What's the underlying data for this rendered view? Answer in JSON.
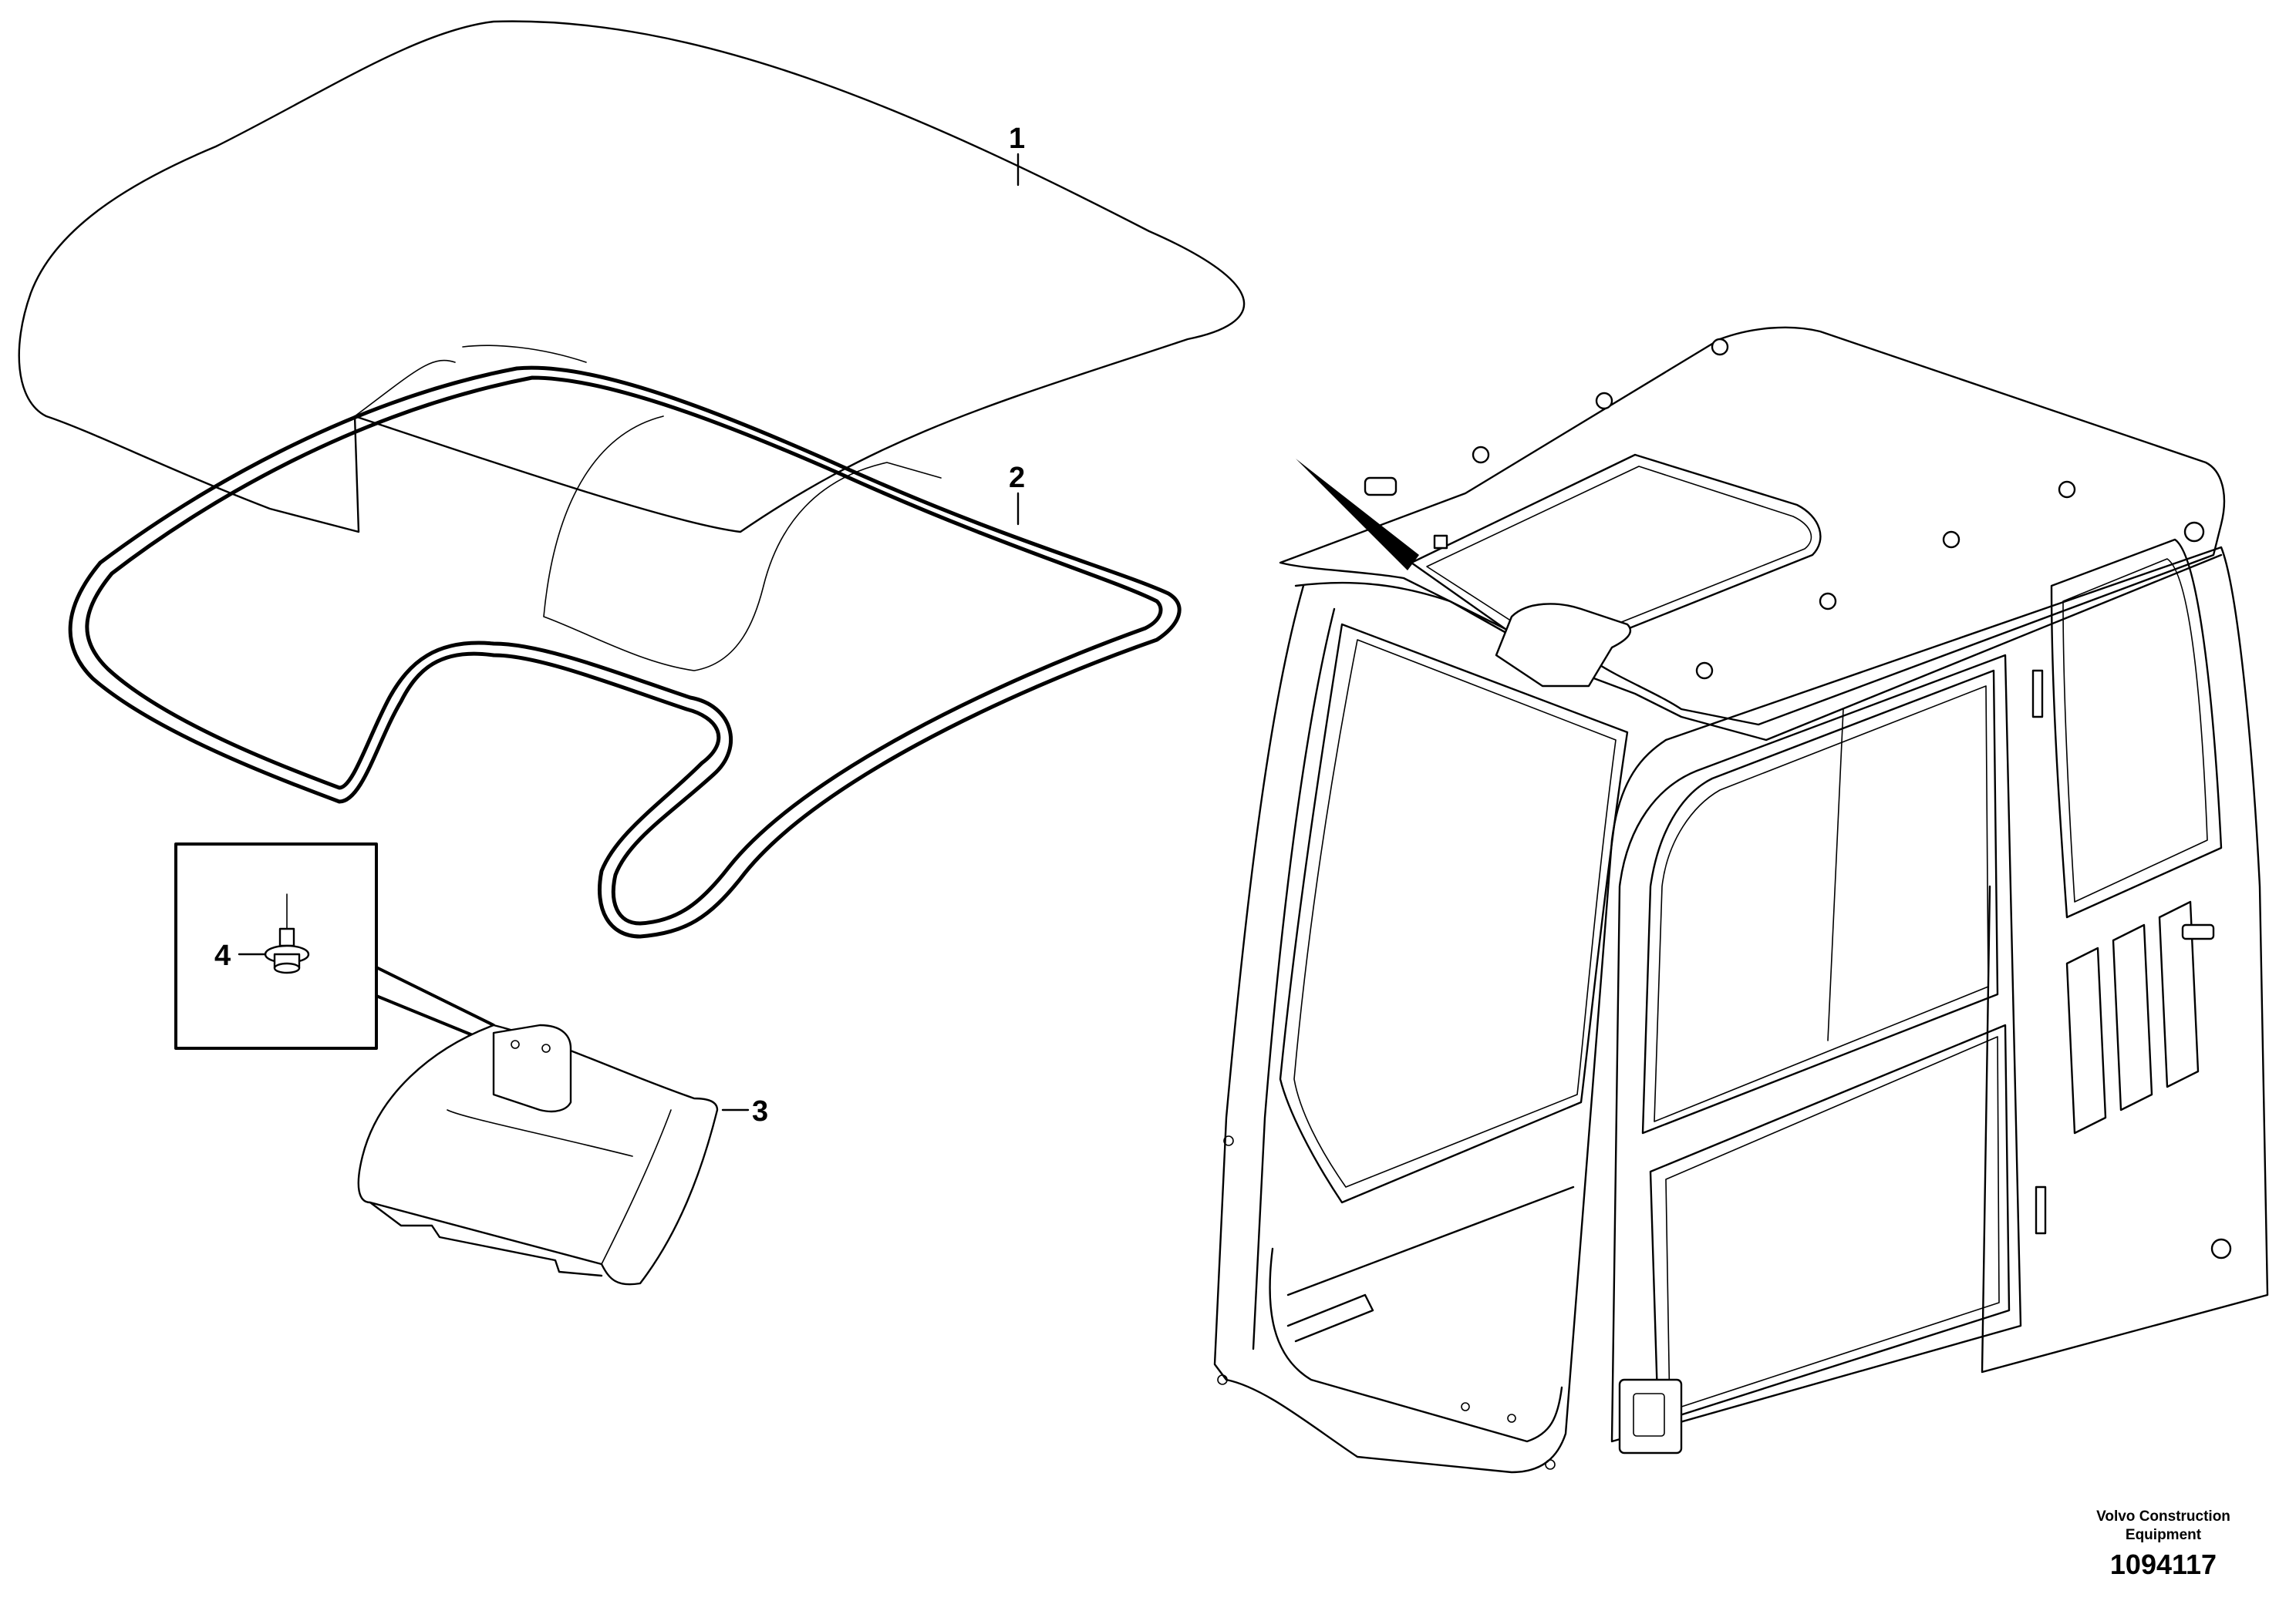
{
  "callouts": [
    {
      "id": "1",
      "label": "1"
    },
    {
      "id": "2",
      "label": "2"
    },
    {
      "id": "3",
      "label": "3"
    },
    {
      "id": "4",
      "label": "4"
    }
  ],
  "footer": {
    "brand_line1": "Volvo Construction",
    "brand_line2": "Equipment",
    "doc_number": "1094117"
  }
}
